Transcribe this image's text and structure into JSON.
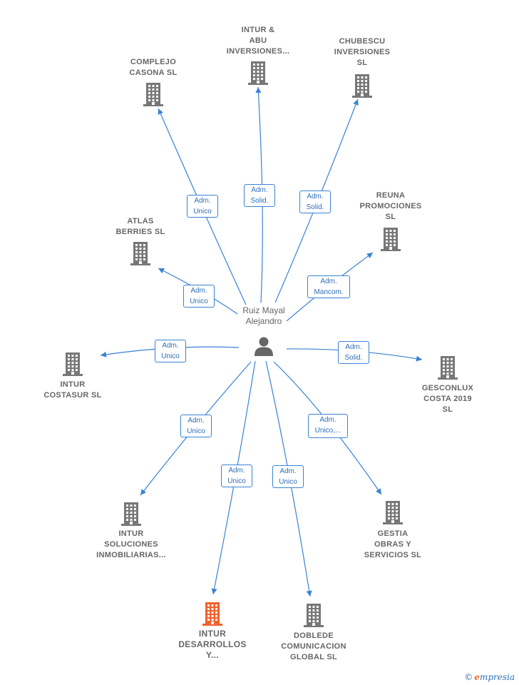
{
  "center": {
    "name_lines": [
      "Ruiz Mayal",
      "Alejandro"
    ],
    "icon": "person-icon"
  },
  "nodes": [
    {
      "id": "complejo",
      "lines": [
        "COMPLEJO",
        "CASONA  SL"
      ],
      "icon": "building-icon",
      "color": "#777777"
    },
    {
      "id": "intur-abu",
      "lines": [
        "INTUR &",
        "ABU",
        "INVERSIONES..."
      ],
      "icon": "building-icon",
      "color": "#777777"
    },
    {
      "id": "chubescu",
      "lines": [
        "CHUBESCU",
        "INVERSIONES",
        "SL"
      ],
      "icon": "building-icon",
      "color": "#777777"
    },
    {
      "id": "reuna",
      "lines": [
        "REUNA",
        "PROMOCIONES",
        "SL"
      ],
      "icon": "building-icon",
      "color": "#777777"
    },
    {
      "id": "atlas",
      "lines": [
        "ATLAS",
        "BERRIES  SL"
      ],
      "icon": "building-icon",
      "color": "#777777"
    },
    {
      "id": "costasur",
      "lines": [
        "INTUR",
        "COSTASUR  SL"
      ],
      "icon": "building-icon",
      "color": "#777777"
    },
    {
      "id": "gesconlux",
      "lines": [
        "GESCONLUX",
        "COSTA 2019",
        "SL"
      ],
      "icon": "building-icon",
      "color": "#777777"
    },
    {
      "id": "soluciones",
      "lines": [
        "INTUR",
        "SOLUCIONES",
        "INMOBILIARIAS..."
      ],
      "icon": "building-icon",
      "color": "#777777"
    },
    {
      "id": "gestia",
      "lines": [
        "GESTIA",
        "OBRAS Y",
        "SERVICIOS  SL"
      ],
      "icon": "building-icon",
      "color": "#777777"
    },
    {
      "id": "desarrollos",
      "lines": [
        "INTUR",
        "DESARROLLOS",
        "Y..."
      ],
      "icon": "building-icon",
      "color": "#f0622d"
    },
    {
      "id": "doblede",
      "lines": [
        "DOBLEDE",
        "COMUNICACION",
        "GLOBAL  SL"
      ],
      "icon": "building-icon",
      "color": "#777777"
    }
  ],
  "roles": [
    {
      "target": "complejo",
      "lines": [
        "Adm.",
        "Unico"
      ]
    },
    {
      "target": "intur-abu",
      "lines": [
        "Adm.",
        "Solid."
      ]
    },
    {
      "target": "chubescu",
      "lines": [
        "Adm.",
        "Solid."
      ]
    },
    {
      "target": "reuna",
      "lines": [
        "Adm.",
        "Mancom."
      ]
    },
    {
      "target": "atlas",
      "lines": [
        "Adm.",
        "Unico"
      ]
    },
    {
      "target": "costasur",
      "lines": [
        "Adm.",
        "Unico"
      ]
    },
    {
      "target": "gesconlux",
      "lines": [
        "Adm.",
        "Solid."
      ]
    },
    {
      "target": "soluciones",
      "lines": [
        "Adm.",
        "Unico"
      ]
    },
    {
      "target": "gestia",
      "lines": [
        "Adm.",
        "Unico,..."
      ]
    },
    {
      "target": "desarrollos",
      "lines": [
        "Adm.",
        "Unico"
      ]
    },
    {
      "target": "doblede",
      "lines": [
        "Adm.",
        "Unico"
      ]
    }
  ],
  "colors": {
    "edge": "#3b82d6",
    "node": "#777777",
    "highlight": "#f0622d"
  },
  "brand": {
    "copyright": "©",
    "first_letter": "e",
    "rest": "mpresia"
  }
}
